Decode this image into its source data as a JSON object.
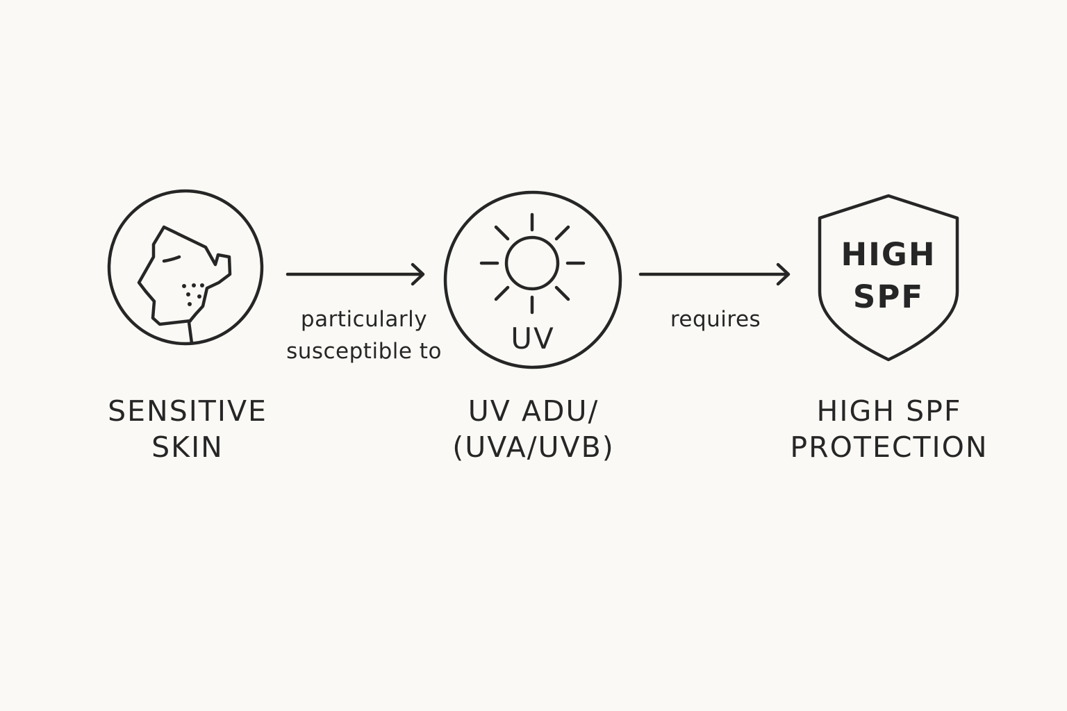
{
  "nodes": [
    {
      "id": "sensitive-skin",
      "icon": "face-icon",
      "label": "SENSITIVE\nSKIN"
    },
    {
      "id": "uv-radiation",
      "icon": "sun-icon",
      "icon_text": "UV",
      "label": "UV ADU/\n(UVA/UVB)"
    },
    {
      "id": "high-spf",
      "icon": "shield-icon",
      "icon_text_line1": "HIGH",
      "icon_text_line2": "SPF",
      "label": "HIGH SPF\nPROTECTION"
    }
  ],
  "edges": [
    {
      "from": "sensitive-skin",
      "to": "uv-radiation",
      "label": "particularly\nsusceptible to"
    },
    {
      "from": "uv-radiation",
      "to": "high-spf",
      "label": "requires"
    }
  ],
  "colors": {
    "background": "#faf9f5",
    "ink": "#262626"
  }
}
